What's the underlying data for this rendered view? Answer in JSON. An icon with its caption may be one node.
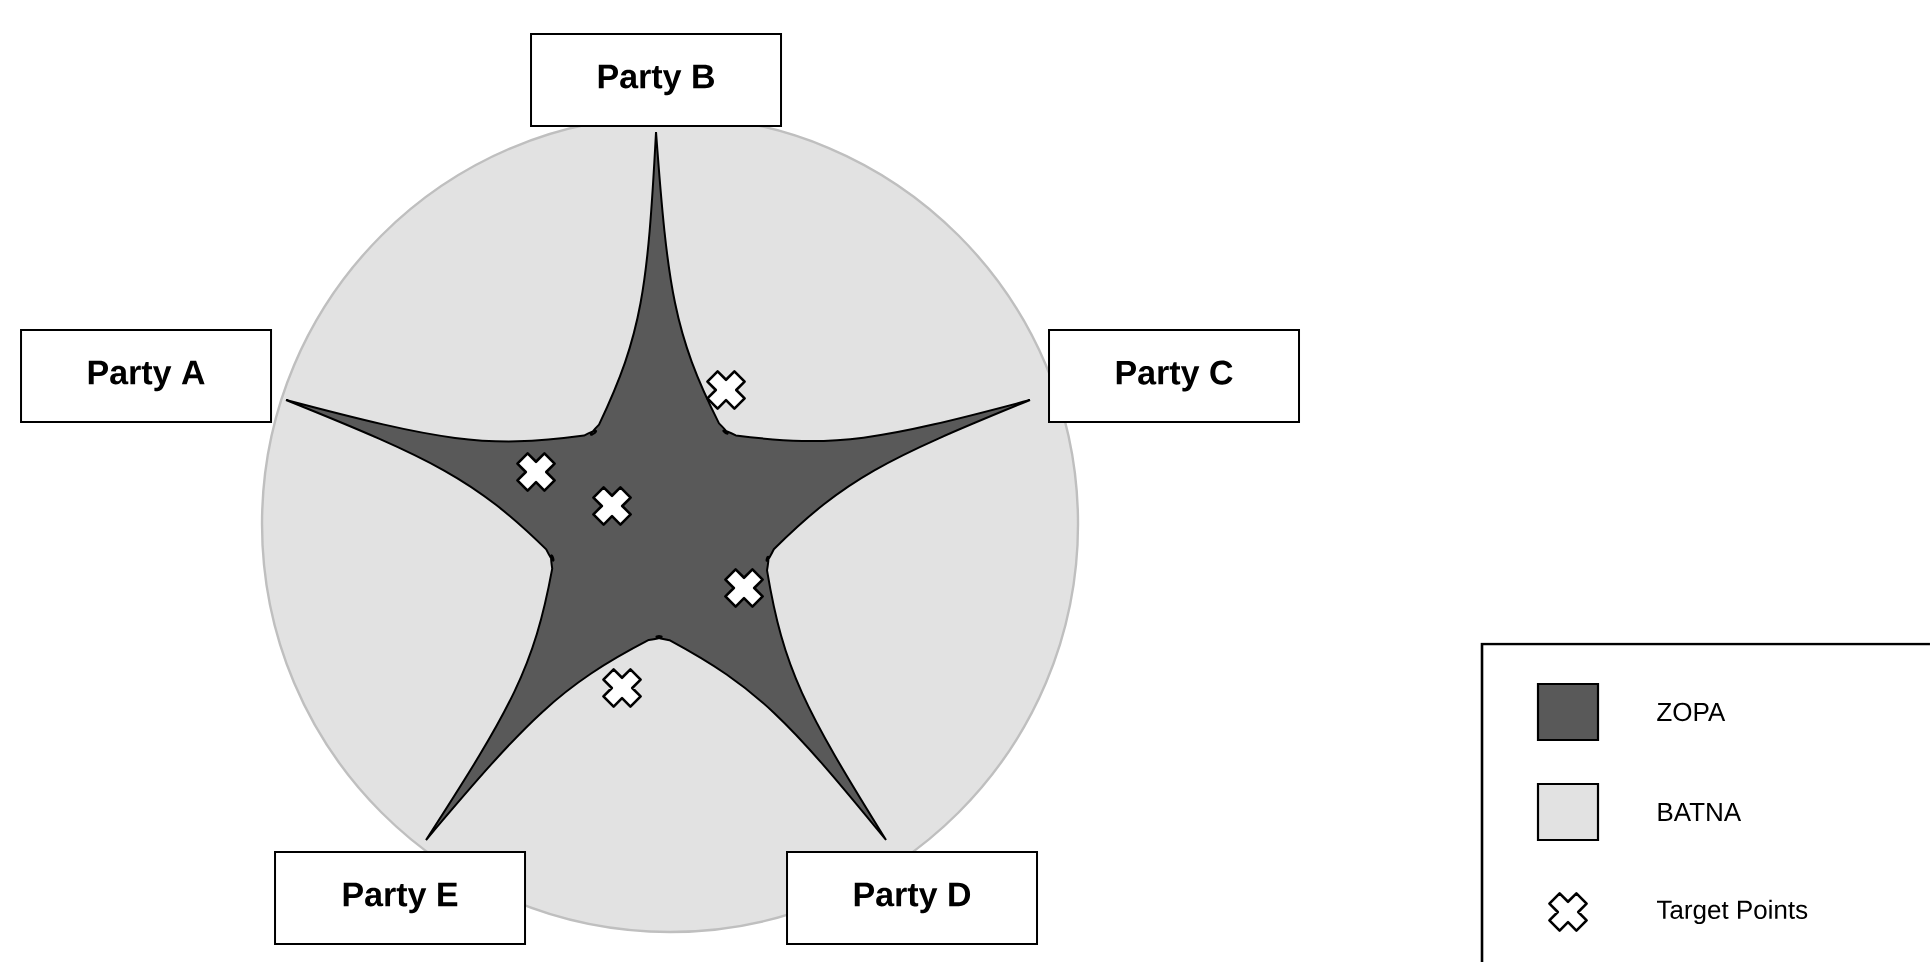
{
  "diagram": {
    "nodes": [
      {
        "text": [
          "Party B"
        ]
      },
      {
        "text": [
          "Party A"
        ]
      },
      {
        "text": [
          "Party C"
        ]
      },
      {
        "text": [
          "Party E"
        ]
      },
      {
        "text": [
          "Party D"
        ]
      }
    ],
    "legend": [
      {
        "text": "ZOPA",
        "color": "#595959"
      },
      {
        "text": "BATNA",
        "color": "#e2e2e2"
      },
      {
        "text": "Target Points"
      }
    ]
  }
}
